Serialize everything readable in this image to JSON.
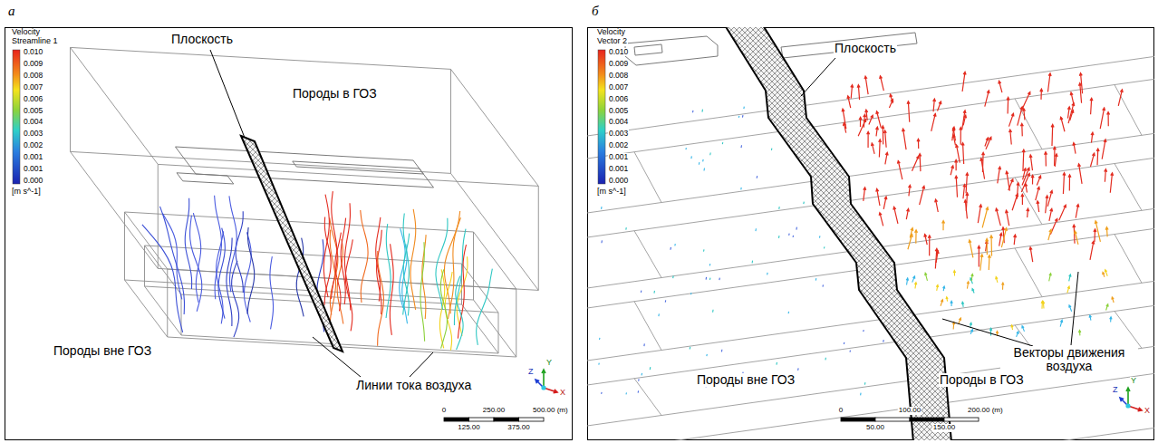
{
  "diagram": {
    "labels": [
      "а",
      "б",
      "Velocity",
      "Streamline 1",
      "0.010",
      "0.009",
      "0.008",
      "0.007",
      "0.006",
      "0.005",
      "0.004",
      "0.003",
      "0.002",
      "0.001",
      "0.001",
      "0.000",
      "[m s^-1]",
      "Плоскость",
      "Породы в ГОЗ",
      "Породы вне ГОЗ",
      "Линии тока воздуха",
      "0",
      "250.00",
      "500.00 (m)",
      "125.00",
      "375.00",
      "Y",
      "Z",
      "X",
      "Velocity",
      "Vector 2",
      "0.010",
      "0.009",
      "0.008",
      "0.007",
      "0.006",
      "0.005",
      "0.004",
      "0.003",
      "0.002",
      "0.001",
      "0.001",
      "0.000",
      "[m s^-1]",
      "Плоскость",
      "Векторы движения воздуха",
      "Породы вне ГОЗ",
      "Породы в ГОЗ",
      "0",
      "100.00",
      "200.00 (m)",
      "50.00",
      "150.00",
      "Y",
      "Z",
      "X"
    ]
  }
}
